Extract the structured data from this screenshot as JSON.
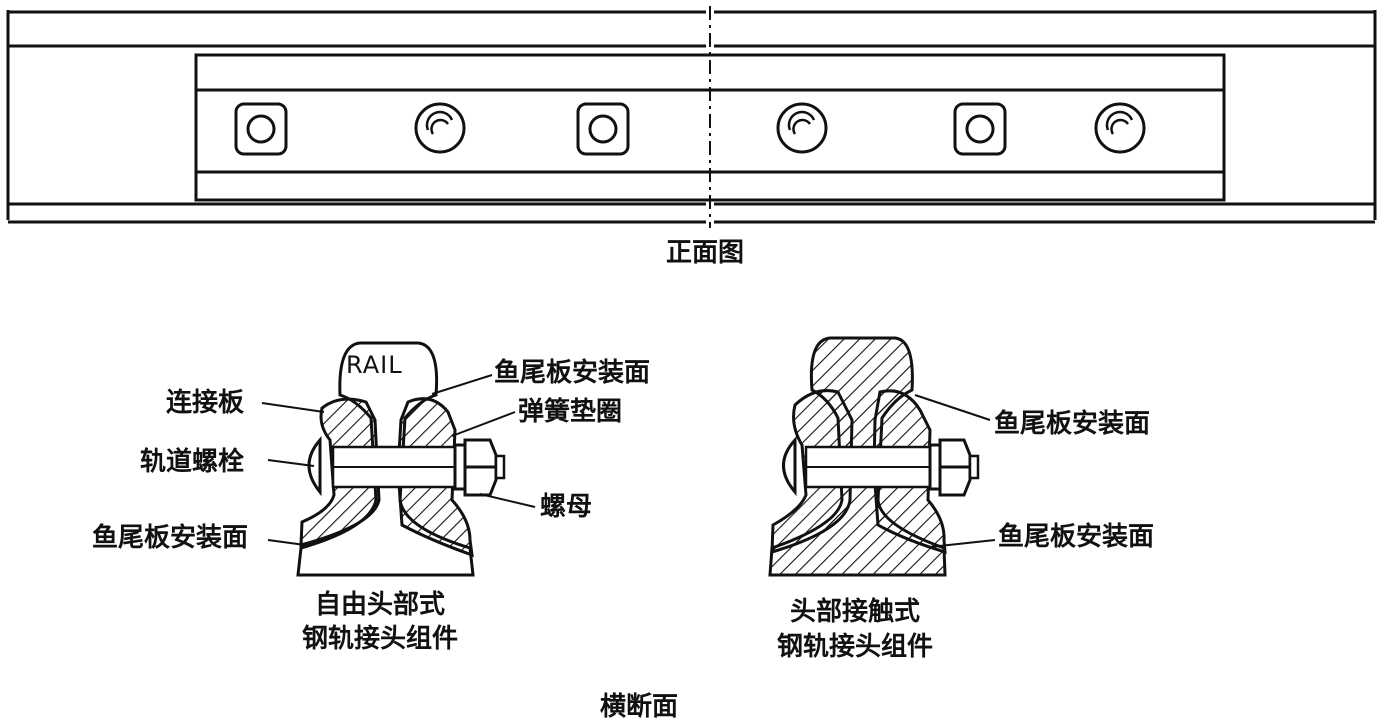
{
  "front_view": {
    "title": "正面图"
  },
  "cross_section": {
    "title": "横断面",
    "free_head": {
      "rail_text": "RAIL",
      "caption_line1": "自由头部式",
      "caption_line2": "钢轨接头组件",
      "labels": {
        "joint_bar": "连接板",
        "track_bolt": "轨道螺栓",
        "fishing_surface_bottom": "鱼尾板安装面",
        "fishing_surface_top": "鱼尾板安装面",
        "spring_washer": "弹簧垫圈",
        "nut": "螺母"
      }
    },
    "head_contact": {
      "caption_line1": "头部接触式",
      "caption_line2": "钢轨接头组件",
      "labels": {
        "fishing_surface_top": "鱼尾板安装面",
        "fishing_surface_bottom": "鱼尾板安装面"
      }
    }
  },
  "colors": {
    "line": "#111111",
    "background": "#ffffff"
  }
}
